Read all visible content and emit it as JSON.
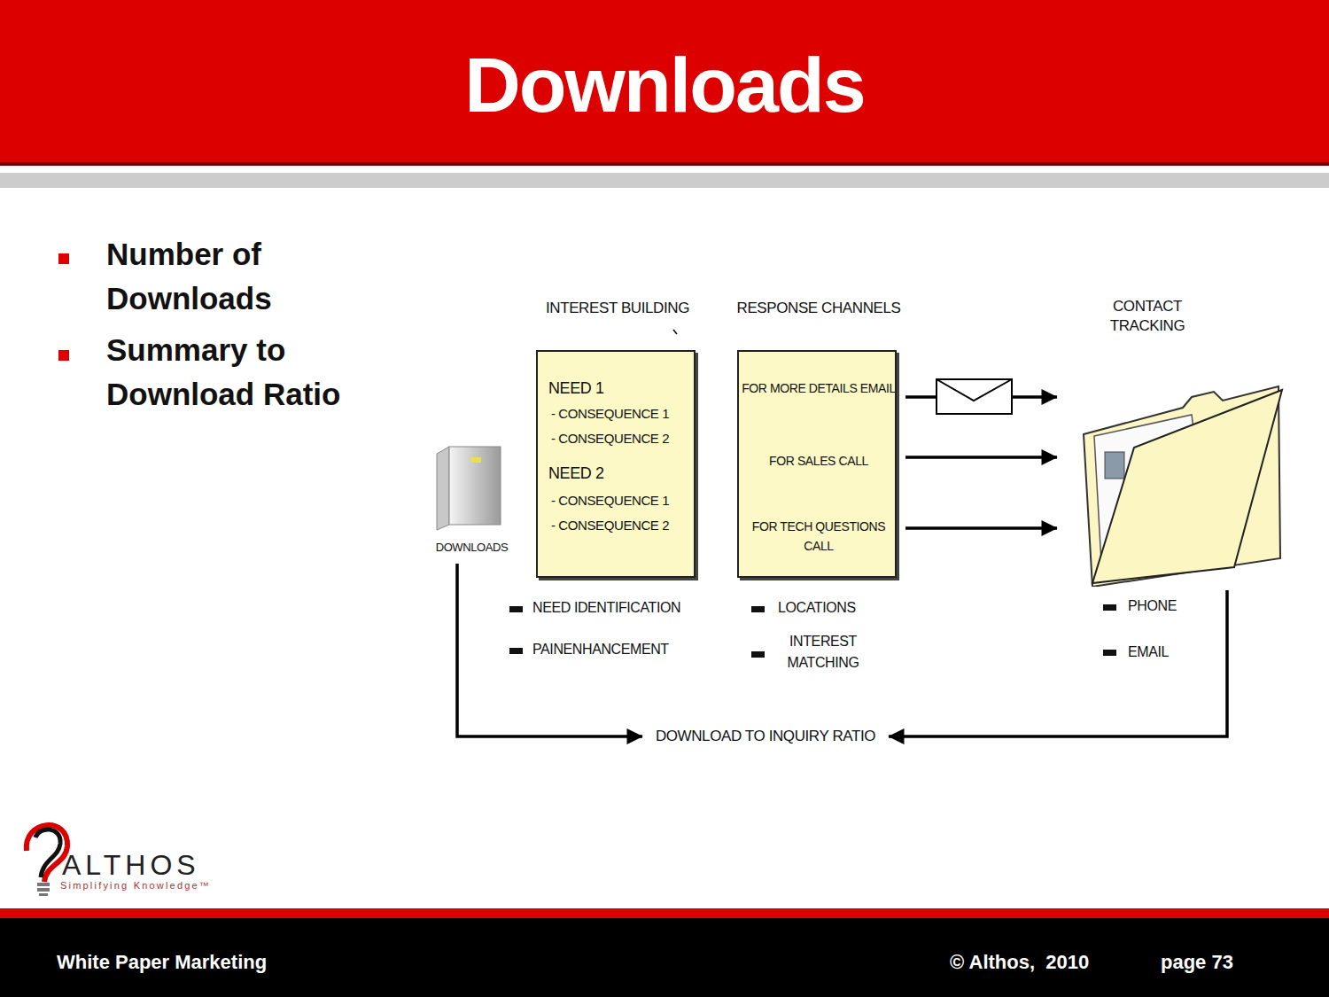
{
  "diagram": {
    "title": "Downloads",
    "nodes": [
      {
        "text": [
          "INTEREST BUILDING",
          "NEED 1",
          "- CONSEQUENCE 1",
          "- CONSEQUENCE 2",
          "NEED 2",
          "- CONSEQUENCE 1",
          "- CONSEQUENCE 2"
        ]
      },
      {
        "text": [
          "RESPONSE CHANNELS",
          "FOR MORE DETAILS EMAIL",
          "FOR SALES CALL",
          "FOR TECH QUESTIONS CALL"
        ]
      },
      {
        "text": [
          "CONTACT TRACKING"
        ]
      },
      {
        "text": [
          "DOWNLOADS"
        ]
      },
      {
        "text": [
          "DOWNLOAD TO INQUIRY RATIO"
        ]
      }
    ],
    "edges": [
      {
        "from": 1,
        "to": 2,
        "arrow": "to"
      },
      {
        "from": 1,
        "to": 2,
        "arrow": "to"
      },
      {
        "from": 1,
        "to": 2,
        "arrow": "to"
      },
      {
        "from": 3,
        "to": 4,
        "arrow": "to"
      },
      {
        "from": 2,
        "to": 4,
        "arrow": "to"
      }
    ],
    "labels": [
      "Number of Downloads",
      "Summary to Download Ratio",
      "NEED IDENTIFICATION",
      "PAINENHANCEMENT",
      "LOCATIONS",
      "INTEREST MATCHING",
      "PHONE",
      "EMAIL",
      "ALTHOS",
      "Simplifying Knowledge™",
      "White Paper Marketing",
      "© Althos,  2010",
      "page 73"
    ]
  }
}
